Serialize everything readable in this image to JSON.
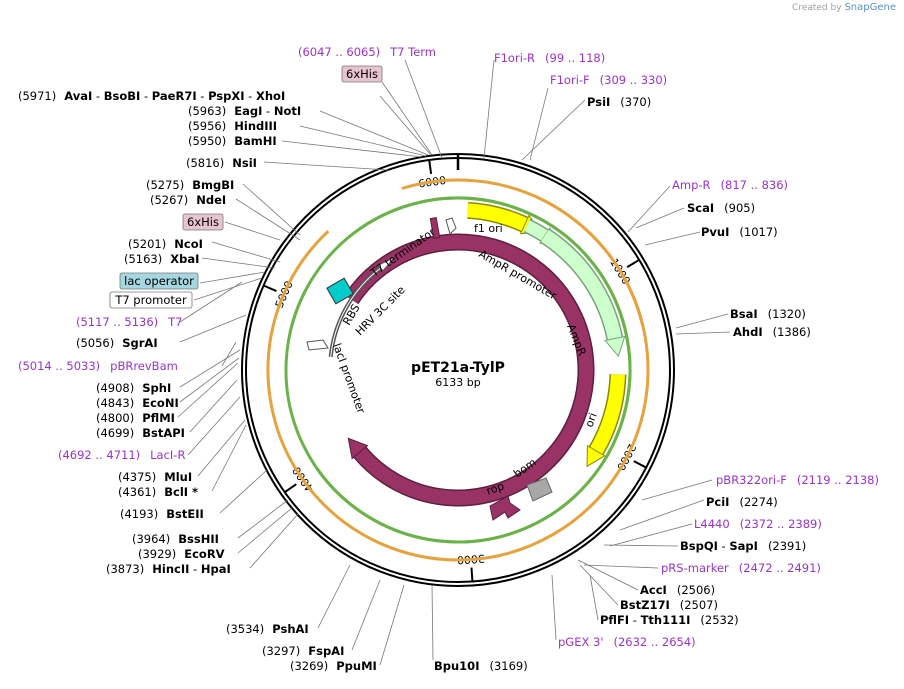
{
  "credit": {
    "prefix": "Created by",
    "brand": "SnapGene"
  },
  "plasmid": {
    "name": "pET21a-TylP",
    "length": "6133 bp"
  },
  "ticks": [
    "6000",
    "1000",
    "2000",
    "3000",
    "4000",
    "5000"
  ],
  "features": [
    {
      "label": "f1 ori",
      "color": "#ffff00"
    },
    {
      "label": "AmpR promoter",
      "color": "#ccffcc"
    },
    {
      "label": "AmpR",
      "color": "#ccffcc"
    },
    {
      "label": "ori",
      "color": "#ffff00"
    },
    {
      "label": "bom",
      "color": "#a8a8a8"
    },
    {
      "label": "rop",
      "color": "#993366"
    },
    {
      "label": "lacI",
      "color": "#993366"
    },
    {
      "label": "lacI promoter",
      "color": "#ffffff"
    },
    {
      "label": "T7 terminator",
      "color": "#993366"
    },
    {
      "label": "RBS",
      "color": "#ffffff"
    },
    {
      "label": "HRV 3C site",
      "color": "#00cccc"
    }
  ],
  "enzymes": [
    {
      "pos": "(5971)",
      "name": "AvaI"
    },
    {
      "name": "BsoBI"
    },
    {
      "name": "PaeR7I"
    },
    {
      "name": "PspXI"
    },
    {
      "name": "XhoI"
    },
    {
      "pos": "(5963)",
      "name": "EagI"
    },
    {
      "name": "NotI"
    },
    {
      "pos": "(5956)",
      "name": "HindIII"
    },
    {
      "pos": "(5950)",
      "name": "BamHI"
    },
    {
      "pos": "(5816)",
      "name": "NsiI"
    },
    {
      "pos": "(5275)",
      "name": "BmgBI"
    },
    {
      "pos": "(5267)",
      "name": "NdeI"
    },
    {
      "pos": "(5201)",
      "name": "NcoI"
    },
    {
      "pos": "(5163)",
      "name": "XbaI"
    },
    {
      "pos": "(5056)",
      "name": "SgrAI"
    },
    {
      "pos": "(4908)",
      "name": "SphI"
    },
    {
      "pos": "(4843)",
      "name": "EcoNI"
    },
    {
      "pos": "(4800)",
      "name": "PflMI"
    },
    {
      "pos": "(4699)",
      "name": "BstAPI"
    },
    {
      "pos": "(4375)",
      "name": "MluI"
    },
    {
      "pos": "(4361)",
      "name": "BclI *"
    },
    {
      "pos": "(4193)",
      "name": "BstEII"
    },
    {
      "pos": "(3964)",
      "name": "BssHII"
    },
    {
      "pos": "(3929)",
      "name": "EcoRV"
    },
    {
      "pos": "(3873)",
      "name": "HincII"
    },
    {
      "name": "HpaI"
    },
    {
      "pos": "(3534)",
      "name": "PshAI"
    },
    {
      "pos": "(3297)",
      "name": "FspAI"
    },
    {
      "pos": "(3269)",
      "name": "PpuMI"
    },
    {
      "name": "Bpu10I",
      "pos": "(3169)"
    },
    {
      "name": "PsiI",
      "pos": "(370)"
    },
    {
      "name": "ScaI",
      "pos": "(905)"
    },
    {
      "name": "PvuI",
      "pos": "(1017)"
    },
    {
      "name": "BsaI",
      "pos": "(1320)"
    },
    {
      "name": "AhdI",
      "pos": "(1386)"
    },
    {
      "name": "PciI",
      "pos": "(2274)"
    },
    {
      "name": "BspQI",
      "pos": ""
    },
    {
      "name": "SapI",
      "pos": "(2391)"
    },
    {
      "name": "AccI",
      "pos": "(2506)"
    },
    {
      "name": "BstZ17I",
      "pos": "(2507)"
    },
    {
      "name": "PflFI",
      "pos": ""
    },
    {
      "name": "Tth111I",
      "pos": "(2532)"
    }
  ],
  "primers": [
    {
      "range": "(6047 .. 6065)",
      "name": "T7 Term"
    },
    {
      "name": "F1ori-R",
      "range": "(99 .. 118)"
    },
    {
      "name": "F1ori-F",
      "range": "(309 .. 330)"
    },
    {
      "name": "Amp-R",
      "range": "(817 .. 836)"
    },
    {
      "name": "pBR322ori-F",
      "range": "(2119 .. 2138)"
    },
    {
      "name": "L4440",
      "range": "(2372 .. 2389)"
    },
    {
      "name": "pRS-marker",
      "range": "(2472 .. 2491)"
    },
    {
      "name": "pGEX 3'",
      "range": "(2632 .. 2654)"
    },
    {
      "range": "(5117 .. 5136)",
      "name": "T7"
    },
    {
      "range": "(5014 .. 5033)",
      "name": "pBRrevBam"
    },
    {
      "range": "(4692 .. 4711)",
      "name": "LacI-R"
    }
  ],
  "boxed": [
    {
      "label": "6xHis",
      "color": "#e7c4cf"
    },
    {
      "label": "6xHis",
      "color": "#e7c4cf"
    },
    {
      "label": "lac operator",
      "color": "#a6d6e0"
    },
    {
      "label": "T7 promoter",
      "color": "#ffffff"
    }
  ]
}
